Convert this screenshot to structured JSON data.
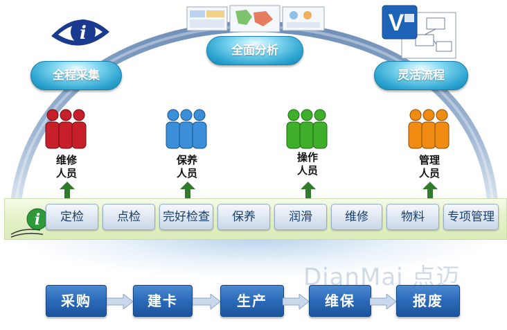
{
  "top_labels": {
    "collect": "全程采集",
    "analysis": "全面分析",
    "flow": "灵活流程"
  },
  "people": [
    {
      "line1": "维修",
      "line2": "人员",
      "color": "#c8202a"
    },
    {
      "line1": "保养",
      "line2": "人员",
      "color": "#3a8fd8"
    },
    {
      "line1": "操作",
      "line2": "人员",
      "color": "#3fae2a"
    },
    {
      "line1": "管理",
      "line2": "人员",
      "color": "#f08c12"
    }
  ],
  "functions": [
    "定检",
    "点检",
    "完好检查",
    "保养",
    "润滑",
    "维修",
    "物料",
    "专项管理"
  ],
  "process": [
    "采购",
    "建卡",
    "生产",
    "维保",
    "报废"
  ],
  "watermark": "DianMai 点迈",
  "icons": {
    "top_left": "info-eye-icon",
    "top_center": "dashboard-screens-icon",
    "top_right": "visio-document-icon",
    "band_left": "info-logo-icon"
  },
  "colors": {
    "oval": "#2aa2cf",
    "process": "#2b6ab8",
    "band": "#e6f2cc",
    "arrow_up": "#2f7a2c"
  }
}
